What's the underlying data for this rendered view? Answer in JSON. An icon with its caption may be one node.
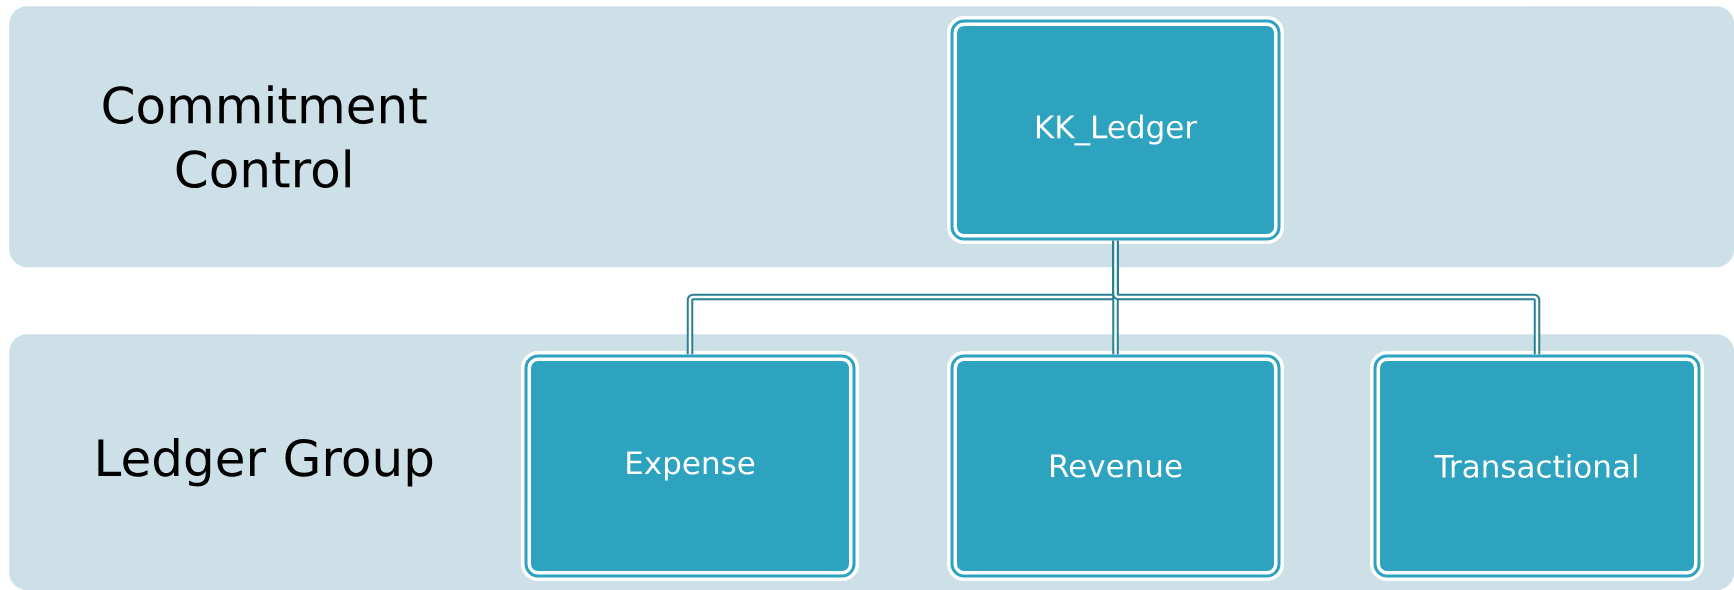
{
  "diagram": {
    "nodes": [
      {
        "text": [
          "Commitment Control"
        ]
      },
      {
        "text": [
          "Ledger Group"
        ]
      },
      {
        "text": [
          "KK_Ledger"
        ],
        "in": 0
      },
      {
        "text": [
          "Expense"
        ],
        "in": 1
      },
      {
        "text": [
          "Revenue"
        ],
        "in": 1
      },
      {
        "text": [
          "Transactional"
        ],
        "in": 1
      }
    ],
    "edges": [
      {
        "from": 2,
        "to": 3,
        "arrow": "none"
      },
      {
        "from": 2,
        "to": 4,
        "arrow": "none"
      },
      {
        "from": 2,
        "to": 5,
        "arrow": "none"
      }
    ]
  }
}
